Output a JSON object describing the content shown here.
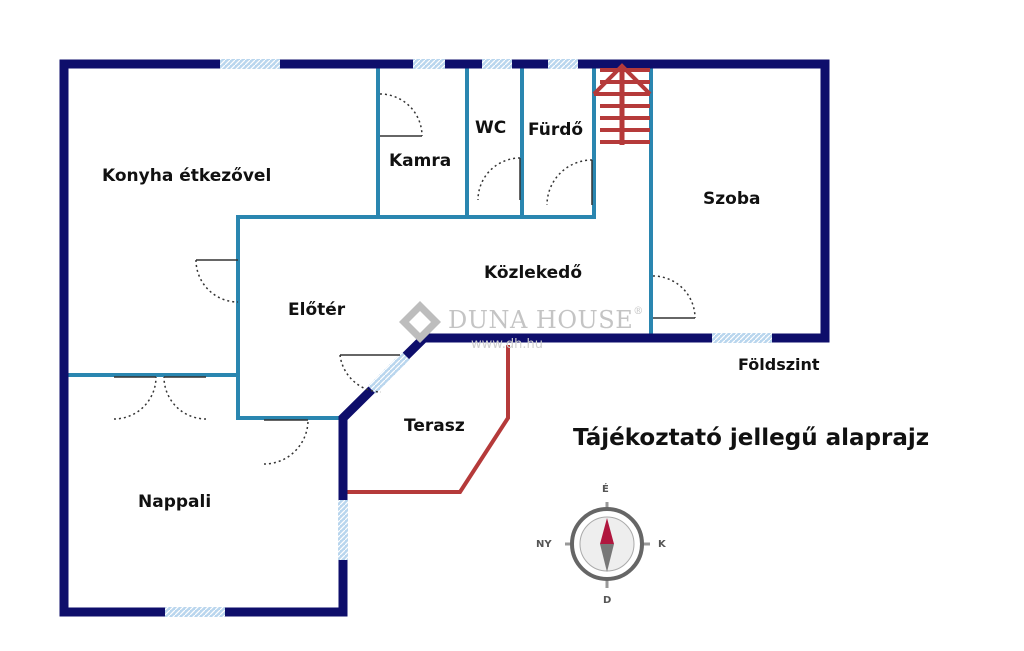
{
  "rooms": {
    "konyha": "Konyha étkezővel",
    "kamra": "Kamra",
    "wc": "WC",
    "furdo": "Fürdő",
    "szoba": "Szoba",
    "kozlekedo": "Közlekedő",
    "eloter": "Előtér",
    "terasz": "Terasz",
    "nappali": "Nappali"
  },
  "floor_label": "Földszint",
  "plan_title": "Tájékoztató jellegű alaprajz",
  "watermark": {
    "brand": "DUNA HOUSE",
    "trademark": "®",
    "url": "www.dh.hu"
  },
  "compass": {
    "north": "É",
    "east": "K",
    "south": "D",
    "west": "NY"
  },
  "colors": {
    "outer_wall": "#0e0e6b",
    "inner_wall": "#2a86b0",
    "terrace": "#b53a3a",
    "window": "#a8cbe8",
    "stairs": "#b53a3a"
  }
}
